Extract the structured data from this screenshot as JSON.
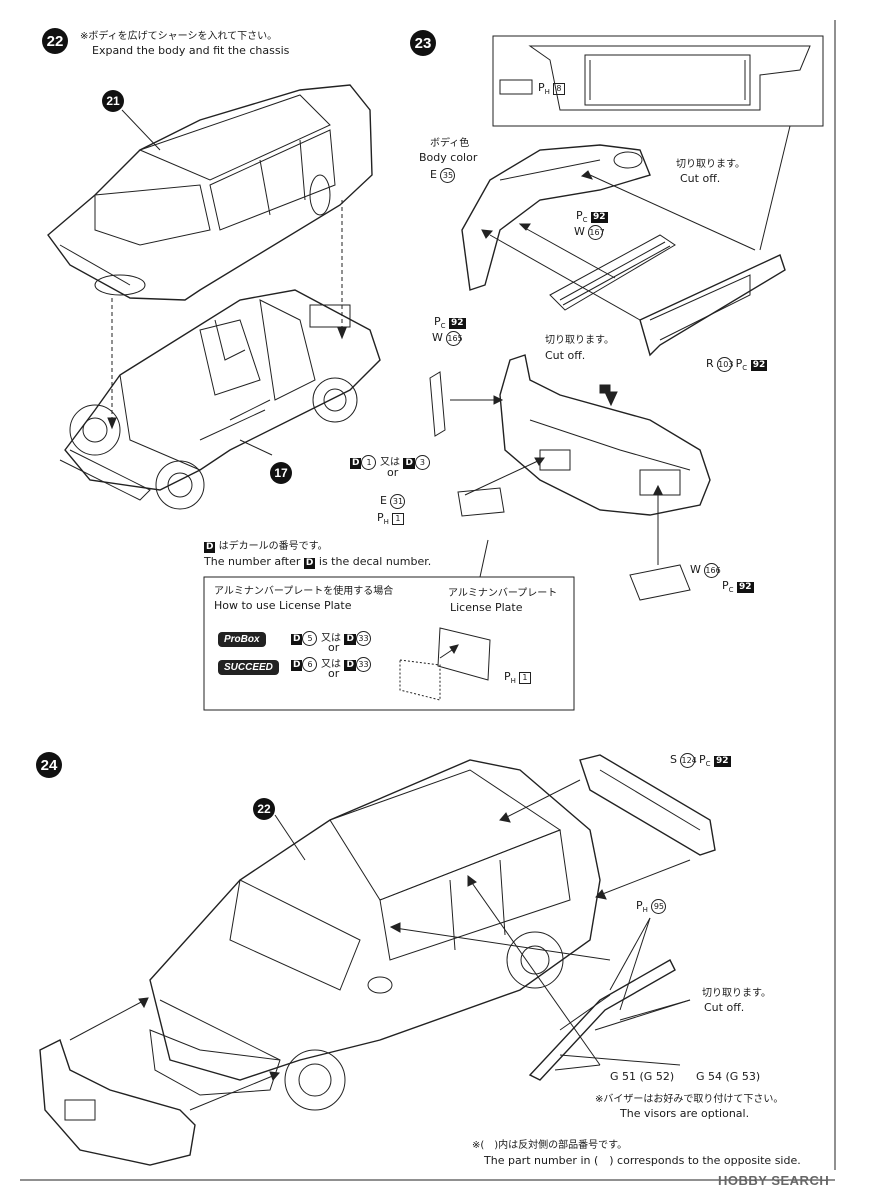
{
  "step22": {
    "number": "22",
    "note_jp": "※ボディを広げてシャーシを入れて下さい。",
    "note_en": "Expand the body and fit the chassis",
    "callout_body": "21",
    "callout_chassis": "17"
  },
  "step23": {
    "number": "23",
    "inset_part": "8",
    "body_color_jp": "ボディ色",
    "body_color_en": "Body color",
    "part_e": "E",
    "part_e_num": "35",
    "cutoff_jp_1": "切り取ります。",
    "cutoff_en_1": "Cut off.",
    "pc_tag": "92",
    "part_w167": "W",
    "part_w167_num": "167",
    "cutoff_jp_2": "切り取ります。",
    "cutoff_en_2": "Cut off.",
    "part_r": "R",
    "part_r_num": "103",
    "part_w165": "W",
    "part_w165_num": "165",
    "decal_d1": "1",
    "decal_or_jp": "又は",
    "decal_or_en": "or",
    "decal_d3": "3",
    "part_e31": "E",
    "part_e31_num": "31",
    "ph_1": "1",
    "part_w166": "W",
    "part_w166_num": "166"
  },
  "decal_note": {
    "jp": "はデカールの番号です。",
    "en_prefix": "The number after",
    "en_suffix": "is the decal number."
  },
  "plate_box": {
    "title_jp": "アルミナンバープレートを使用する場合",
    "title_en": "How to use License Plate",
    "plate_jp": "アルミナンバープレート",
    "plate_en": "License Plate",
    "probox_label": "ProBox",
    "probox_d1": "5",
    "probox_d2": "33",
    "succeed_label": "SUCCEED",
    "succeed_d1": "6",
    "succeed_d2": "33",
    "or_jp": "又は",
    "or_en": "or",
    "ph": "1"
  },
  "step24": {
    "number": "24",
    "callout_body": "22",
    "part_s": "S",
    "part_s_num": "124",
    "pc_tag": "92",
    "ph_tag": "95",
    "cutoff_jp": "切り取ります。",
    "cutoff_en": "Cut off.",
    "g_left": "G 51 (G 52)",
    "g_right": "G 54 (G 53)",
    "visor_jp": "※バイザーはお好みで取り付けて下さい。",
    "visor_en": "The visors are optional.",
    "paren_jp": "※(　)内は反対側の部品番号です。",
    "paren_en": "The part number in (　) corresponds to the opposite side."
  },
  "watermark": "HOBBY SEARCH"
}
